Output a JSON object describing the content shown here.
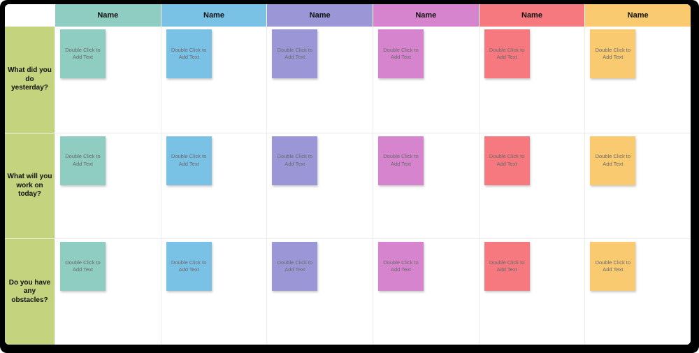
{
  "frame": {
    "background": "#000000"
  },
  "board": {
    "background": "#ffffff",
    "sidebar_color": "#c4d37d",
    "grid_line_color": "#ececec"
  },
  "columns": [
    {
      "label": "Name",
      "color": "#8fccc2"
    },
    {
      "label": "Name",
      "color": "#7ac1e6"
    },
    {
      "label": "Name",
      "color": "#9b97d7"
    },
    {
      "label": "Name",
      "color": "#d684cd"
    },
    {
      "label": "Name",
      "color": "#f5797e"
    },
    {
      "label": "Name",
      "color": "#f9ca70"
    }
  ],
  "rows": [
    {
      "question": "What did you do yesterday?"
    },
    {
      "question": "What will you work on today?"
    },
    {
      "question": "Do you have any obstacles?"
    }
  ],
  "note": {
    "line1": "Double Click to",
    "line2": "Add Text",
    "text_color": "#6a6a6a"
  }
}
